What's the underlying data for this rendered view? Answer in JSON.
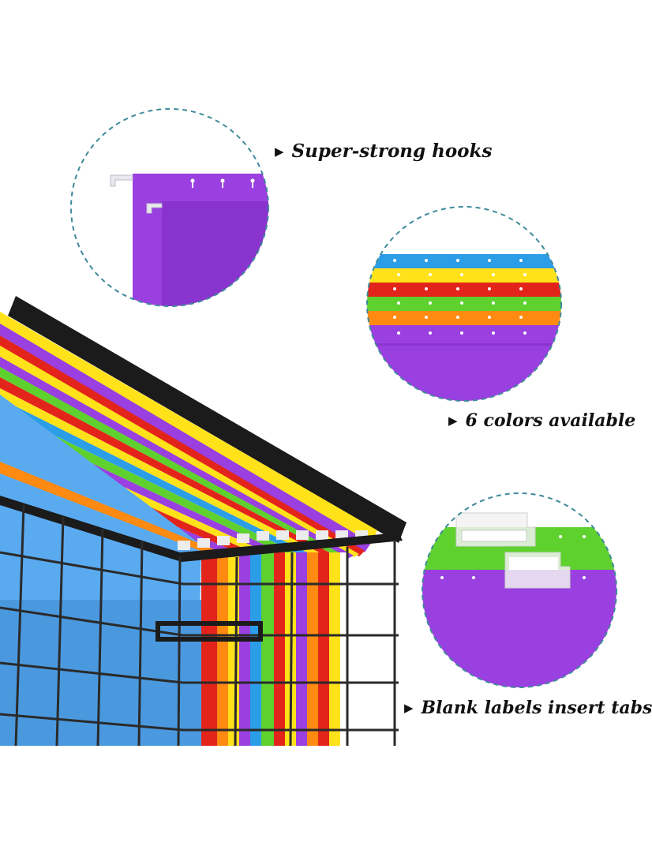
{
  "features": [
    {
      "label": "Super-strong hooks",
      "bullet": "▶"
    },
    {
      "label": "6 colors available",
      "bullet": "▶"
    },
    {
      "label": "Blank labels insert tabs",
      "bullet": "▶"
    }
  ],
  "colors": {
    "circle_dash": "#3f8a9a",
    "purple": "#9a3fe0",
    "blue": "#2c9ee8",
    "yellow": "#ffe21a",
    "red": "#e3241b",
    "green": "#5fd12f",
    "orange": "#ff8a12",
    "wire": "#2a2a2a"
  },
  "folder_colors": [
    "purple",
    "blue",
    "yellow",
    "red",
    "green",
    "orange"
  ]
}
